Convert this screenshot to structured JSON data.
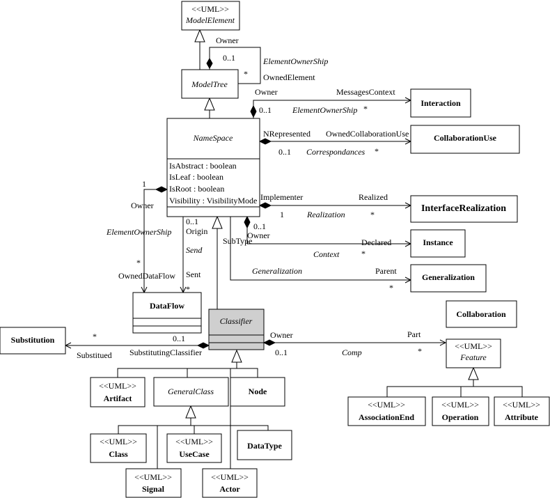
{
  "classes": {
    "model_element": {
      "stereotype": "<<UML>>",
      "name": "ModelElement"
    },
    "model_tree": {
      "name": "ModelTree"
    },
    "namespace": {
      "name": "NameSpace",
      "attributes": [
        "IsAbstract : boolean",
        "IsLeaf : boolean",
        "IsRoot : boolean",
        "Visibility : VisibilityMode"
      ]
    },
    "interaction": {
      "name": "Interaction"
    },
    "collaboration_use": {
      "name": "CollaborationUse"
    },
    "interface_realization": {
      "name": "InterfaceRealization"
    },
    "instance": {
      "name": "Instance"
    },
    "generalization": {
      "name": "Generalization"
    },
    "collaboration": {
      "name": "Collaboration"
    },
    "dataflow": {
      "name": "DataFlow"
    },
    "substitution": {
      "name": "Substitution"
    },
    "classifier": {
      "name": "Classifier"
    },
    "feature": {
      "stereotype": "<<UML>>",
      "name": "Feature"
    },
    "artifact": {
      "stereotype": "<<UML>>",
      "name": "Artifact"
    },
    "general_class": {
      "name": "GeneralClass"
    },
    "node": {
      "name": "Node"
    },
    "association_end": {
      "stereotype": "<<UML>>",
      "name": "AssociationEnd"
    },
    "operation": {
      "stereotype": "<<UML>>",
      "name": "Operation"
    },
    "attribute": {
      "stereotype": "<<UML>>",
      "name": "Attribute"
    },
    "class": {
      "stereotype": "<<UML>>",
      "name": "Class"
    },
    "usecase": {
      "stereotype": "<<UML>>",
      "name": "UseCase"
    },
    "datatype": {
      "name": "DataType"
    },
    "signal": {
      "stereotype": "<<UML>>",
      "name": "Signal"
    },
    "actor": {
      "stereotype": "<<UML>>",
      "name": "Actor"
    }
  },
  "labels": {
    "owner_top": "Owner",
    "mult_01_top": "0..1",
    "element_ownership_top": "ElementOwnerShip",
    "mult_star_top": "*",
    "owned_element": "OwnedElement",
    "owner_mt": "Owner",
    "messages_context": "MessagesContext",
    "mult_01_interaction": "0..1",
    "element_ownership_interaction": "ElementOwnerShip",
    "mult_star_interaction": "*",
    "nrepresented": "NRepresented",
    "owned_collaboration_use": "OwnedCollaborationUse",
    "mult_01_collab": "0..1",
    "correspondances": "Correspondances",
    "mult_star_collab": "*",
    "mult_1_left": "1",
    "owner_left": "Owner",
    "element_ownership_left": "ElementOwnerShip",
    "mult_star_left": "*",
    "owned_dataflow": "OwnedDataFlow",
    "implementer": "Implementer",
    "realized": "Realized",
    "mult_1_impl": "1",
    "realization": "Realization",
    "mult_star_impl": "*",
    "mult_01_origin": "0..1",
    "origin": "Origin",
    "send": "Send",
    "sent": "Sent",
    "mult_star_sent": "*",
    "mult_01_instance": "0..1",
    "owner_instance": "Owner",
    "subtype": "SubType",
    "declared": "Declared",
    "context": "Context",
    "mult_star_instance": "*",
    "generalization_assoc": "Generalization",
    "parent": "Parent",
    "mult_star_gen": "*",
    "mult_star_subst": "*",
    "mult_01_subst": "0..1",
    "substitued": "Substitued",
    "substituting_classifier": "SubstitutingClassifier",
    "owner_classifier": "Owner",
    "mult_01_classifier": "0..1",
    "part": "Part",
    "comp": "Comp",
    "mult_star_part": "*"
  }
}
